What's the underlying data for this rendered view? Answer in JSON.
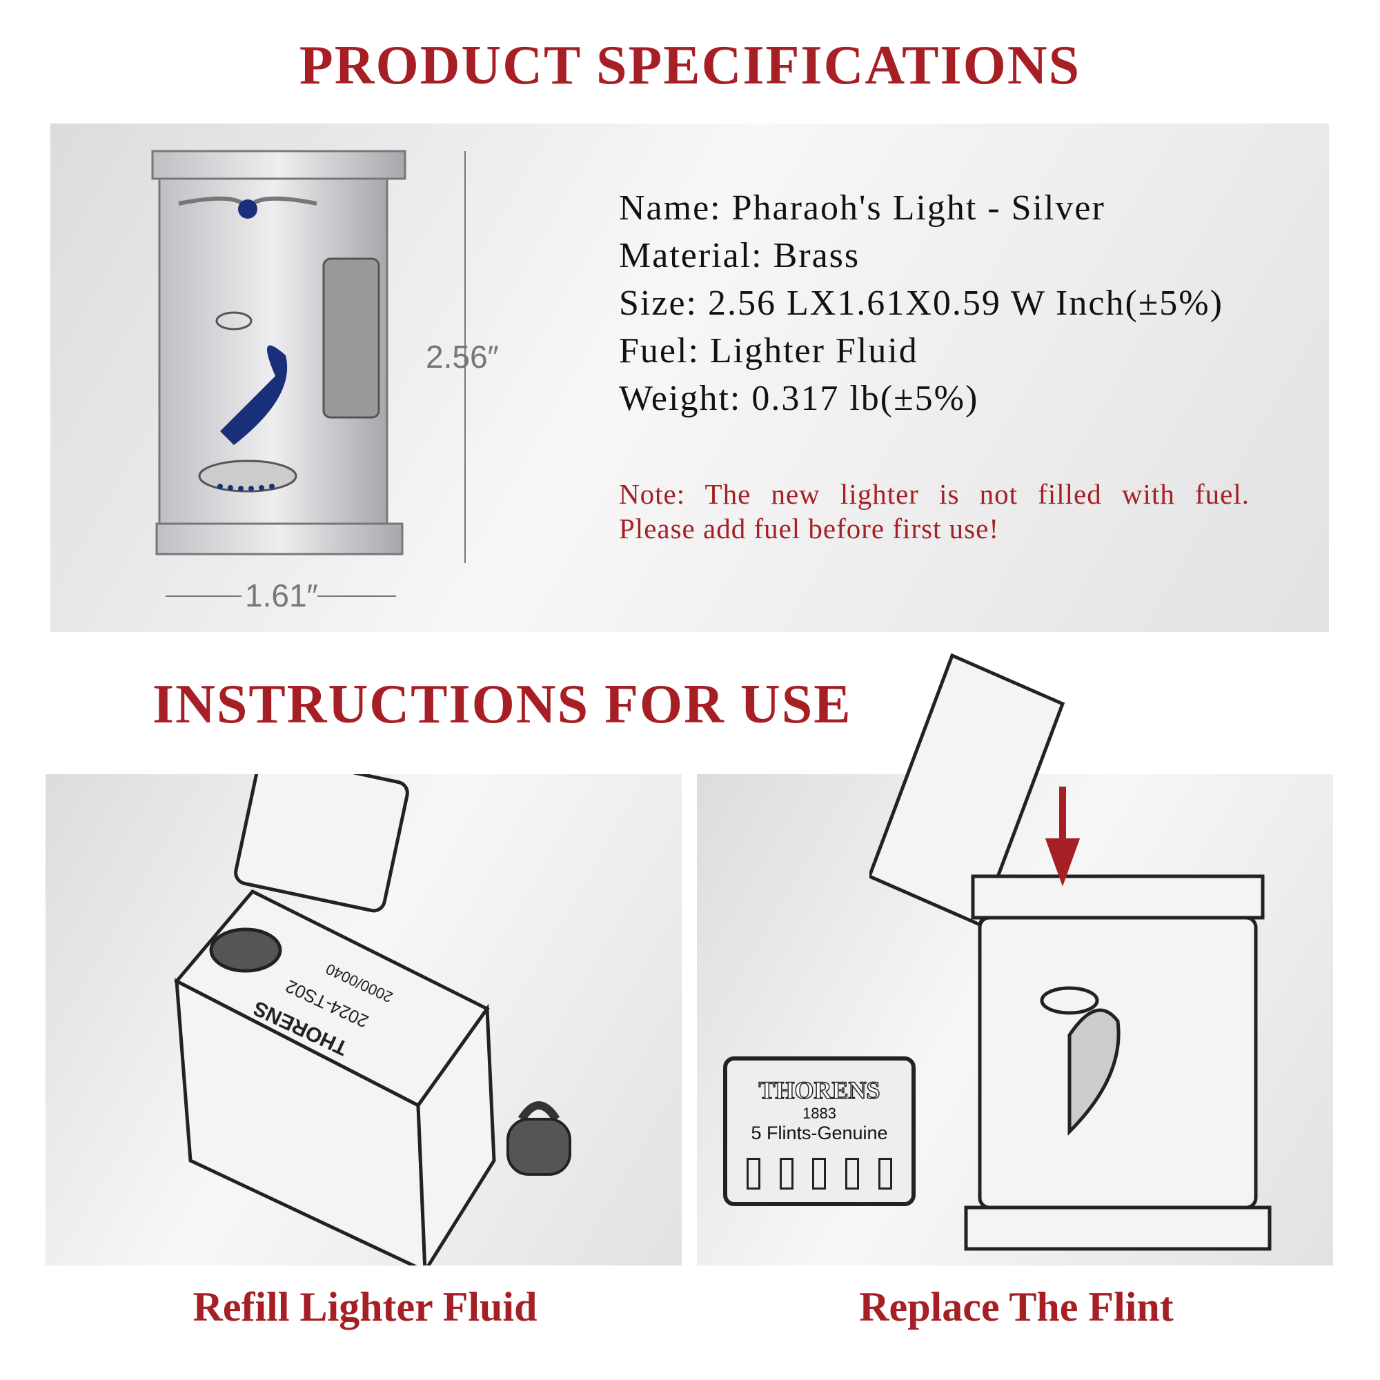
{
  "spec_section": {
    "title": "PRODUCT SPECIFICATIONS",
    "height_label": "2.56″",
    "width_label": "1.61″",
    "specs": [
      "Name:  Pharaoh's Light - Silver",
      "Material: Brass",
      "Size: 2.56 LX1.61X0.59 W Inch(±5%)",
      "Fuel:  Lighter Fluid",
      "Weight: 0.317 lb(±5%)"
    ],
    "note_line1": "Note: The new lighter is not filled with fuel.",
    "note_line2": "Please add fuel before first use!"
  },
  "instructions_section": {
    "title": "INSTRUCTIONS FOR USE",
    "steps": [
      {
        "caption": "Refill Lighter Fluid",
        "engraving": "THORENS",
        "serial1": "2024-TS02",
        "serial2": "2000/0040"
      },
      {
        "caption": "Replace The Flint",
        "flint_brand": "THORENS",
        "flint_year": "1883",
        "flint_label": "5 Flints-Genuine"
      }
    ]
  },
  "colors": {
    "accent": "#a51f24",
    "gem_blue": "#1a2f7a"
  }
}
